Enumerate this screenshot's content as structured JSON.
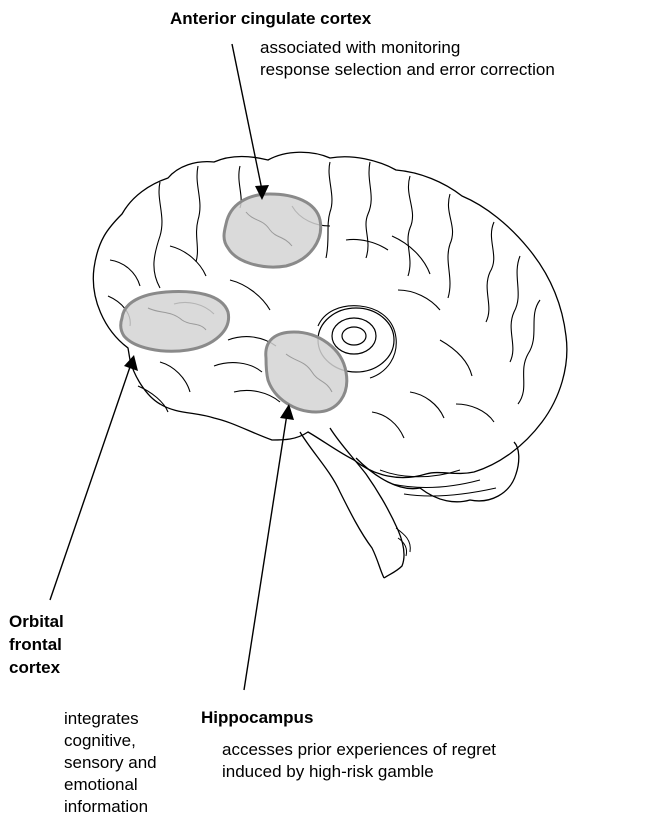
{
  "labels": {
    "anterior_cingulate": {
      "title": "Anterior cingulate cortex",
      "description": [
        "associated with monitoring",
        "response selection and error correction"
      ]
    },
    "orbital_frontal": {
      "title": [
        "Orbital",
        "frontal",
        "cortex"
      ],
      "description": [
        "integrates",
        "cognitive,",
        "sensory and",
        "emotional",
        "information"
      ]
    },
    "hippocampus": {
      "title": "Hippocampus",
      "description": [
        "accesses prior experiences of regret",
        "induced by high-risk gamble"
      ]
    }
  },
  "colors": {
    "region_fill": "#d3d3d3",
    "region_stroke": "#8a8a8a",
    "outline": "#000000"
  }
}
